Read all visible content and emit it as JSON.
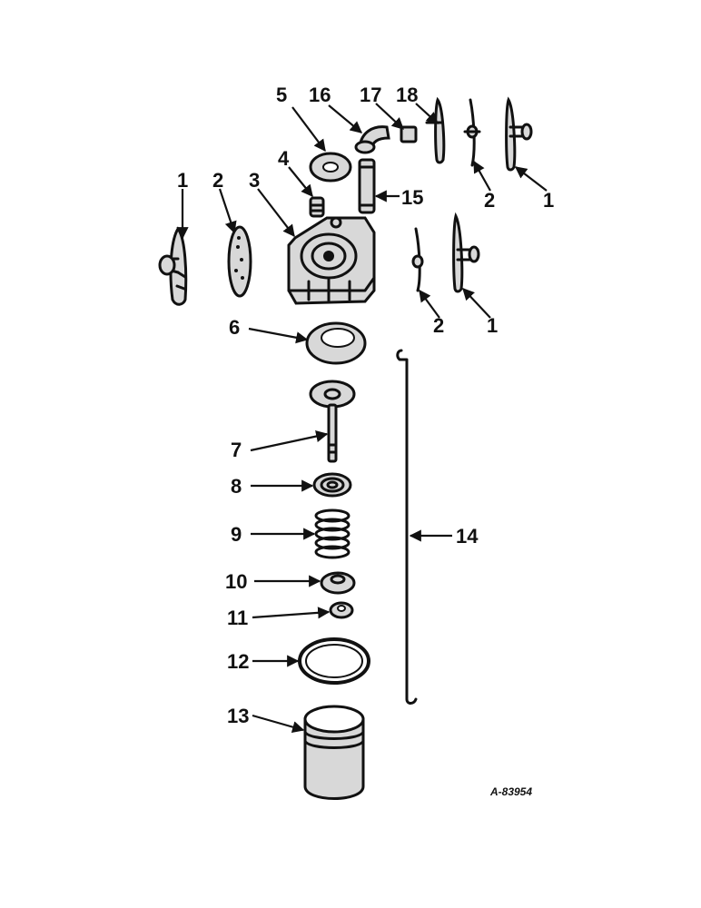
{
  "callouts": {
    "c1a": "1",
    "c2a": "2",
    "c3": "3",
    "c4": "4",
    "c5": "5",
    "c16": "16",
    "c17": "17",
    "c18": "18",
    "c2b": "2",
    "c1b": "1",
    "c15": "15",
    "c2c": "2",
    "c1c": "1",
    "c6": "6",
    "c7": "7",
    "c8": "8",
    "c9": "9",
    "c10": "10",
    "c11": "11",
    "c12": "12",
    "c13": "13",
    "c14": "14"
  },
  "figure_id": "A-83954"
}
